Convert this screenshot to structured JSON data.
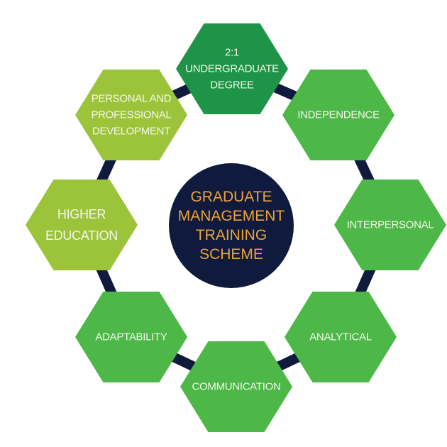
{
  "center": {
    "title": "GRADUATE\nMANAGEMENT\nTRAINING\nSCHEME"
  },
  "nodes": [
    {
      "label": "2:1\nUNDERGRADUATE\nDEGREE",
      "color": "#1f9347"
    },
    {
      "label": "INDEPENDENCE",
      "color": "#4db748"
    },
    {
      "label": "INTERPERSONAL",
      "color": "#4db748"
    },
    {
      "label": "ANALYTICAL",
      "color": "#4db748"
    },
    {
      "label": "COMMUNICATION",
      "color": "#4db748"
    },
    {
      "label": "ADAPTABILITY",
      "color": "#4db748"
    },
    {
      "label": "HIGHER\nEDUCATION",
      "color": "#9cc43b"
    },
    {
      "label": "PERSONAL AND\nPROFESSIONAL\nDEVELOPMENT",
      "color": "#9cc43b"
    }
  ],
  "colors": {
    "ring": "#0f1a3c",
    "center_fill": "#0f1a3c",
    "center_text": "#f0a23a"
  }
}
